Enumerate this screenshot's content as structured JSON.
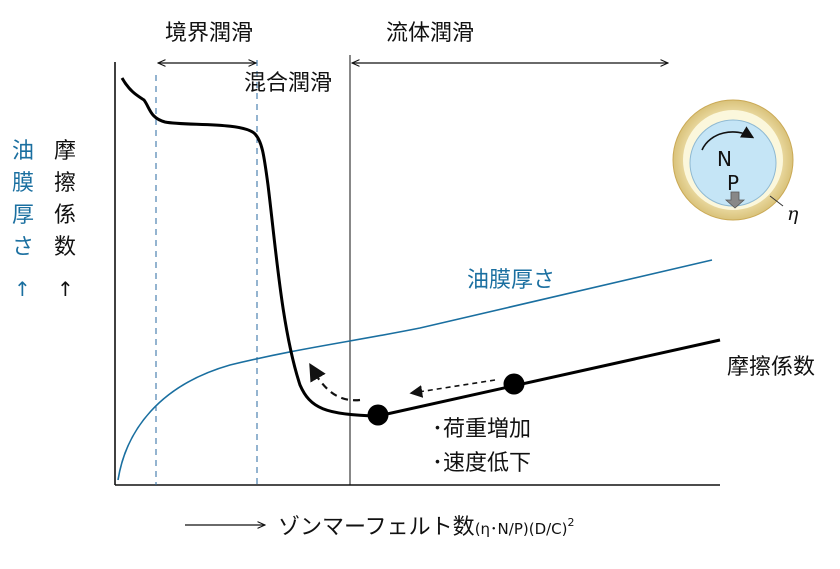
{
  "regions": {
    "boundary": "境界潤滑",
    "mixed": "混合潤滑",
    "fluid": "流体潤滑"
  },
  "y_axis": {
    "film": [
      "油",
      "膜",
      "厚",
      "さ",
      "↑"
    ],
    "friction": [
      "摩",
      "擦",
      "係",
      "数",
      "↑"
    ]
  },
  "curves": {
    "film_label": "油膜厚さ",
    "friction_label": "摩擦係数"
  },
  "notes": [
    "･荷重増加",
    "･速度低下"
  ],
  "x_axis": {
    "label": "ゾンマーフェルト数",
    "formula": "(η･N/P)(D/C)",
    "exponent": "2"
  },
  "bearing": {
    "speed": "N",
    "load": "P",
    "viscosity": "η"
  },
  "colors": {
    "film_curve": "#1a6fa0",
    "friction_curve": "#000000",
    "bearing_outer": "#f6e8b8",
    "bearing_inner": "#c8e6f5"
  }
}
